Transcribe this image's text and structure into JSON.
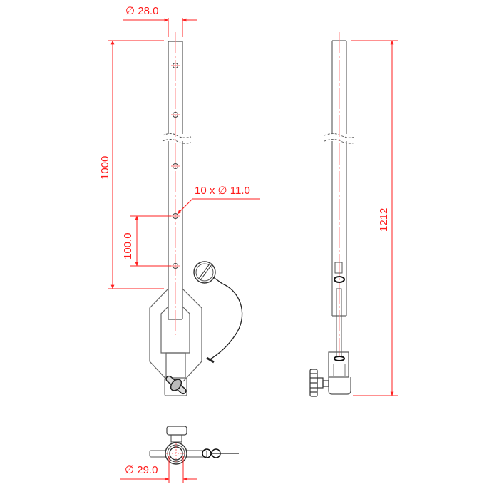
{
  "drawing": {
    "colors": {
      "dimension": "#ff2020",
      "centerline": "#ff8080",
      "outline": "#555555",
      "background": "#ffffff"
    },
    "dimensions": {
      "tube_diameter": "∅ 28.0",
      "hole_callout": "10 x ∅ 11.0",
      "hole_pitch": "100.0",
      "tube_length": "1000",
      "overall_height": "1212",
      "bottom_diameter": "∅ 29.0"
    },
    "views": [
      {
        "name": "front-view",
        "parts": [
          "tube-with-holes",
          "hexagonal-clamp",
          "lock-pin-on-cable",
          "wing-screw"
        ]
      },
      {
        "name": "side-view",
        "parts": [
          "tube",
          "spigot",
          "bottom-clamp",
          "knob"
        ]
      },
      {
        "name": "top-view",
        "parts": [
          "clamp-ring",
          "knob",
          "pin",
          "cable"
        ]
      }
    ],
    "hole_count": 10
  }
}
